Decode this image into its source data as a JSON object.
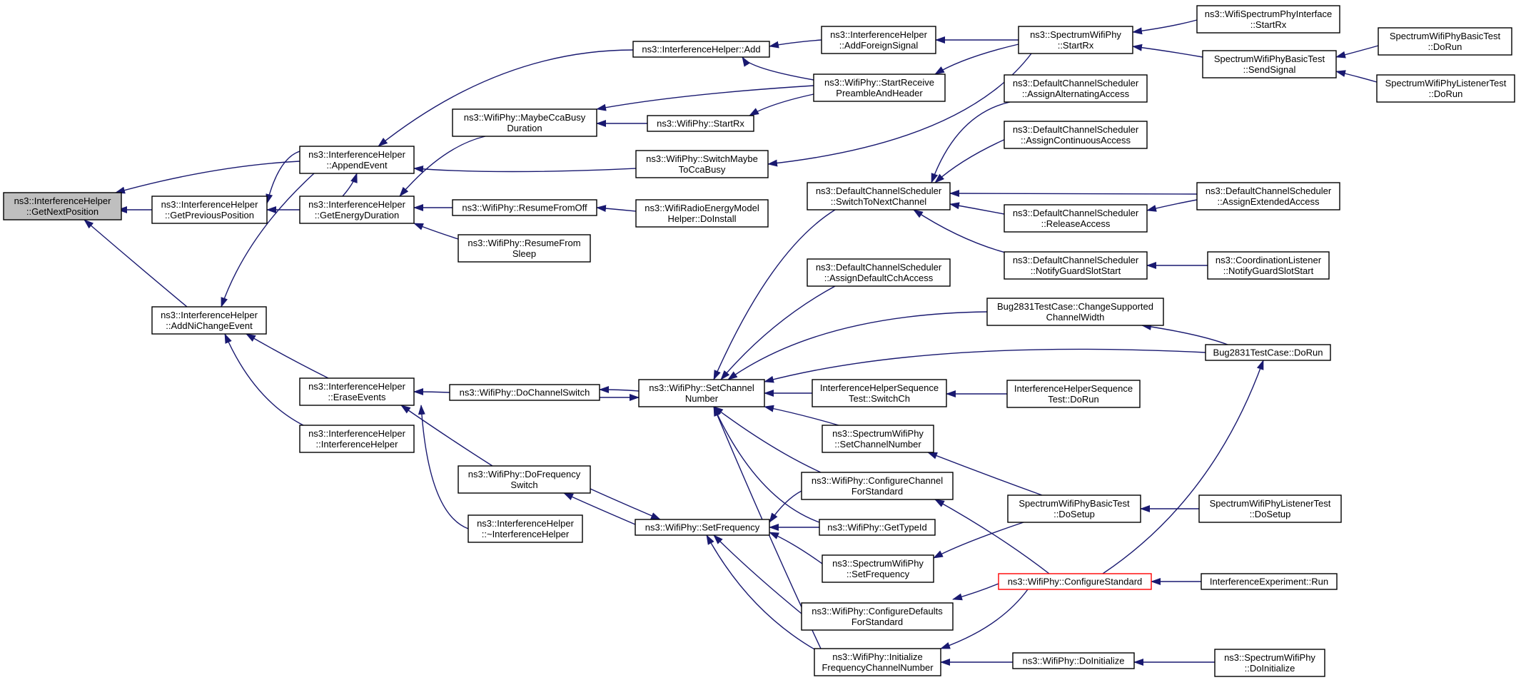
{
  "colors": {
    "edge": "#191970",
    "node_border": "#000000",
    "focus_fill": "#bfbfbf",
    "highlight_border": "#ff0000",
    "background": "#ffffff"
  },
  "nodes": {
    "getnext": {
      "lines": [
        "ns3::InterferenceHelper",
        "::GetNextPosition"
      ],
      "style": "focus"
    },
    "appendevent": {
      "lines": [
        "ns3::InterferenceHelper",
        "::AppendEvent"
      ]
    },
    "getprev": {
      "lines": [
        "ns3::InterferenceHelper",
        "::GetPreviousPosition"
      ]
    },
    "addni": {
      "lines": [
        "ns3::InterferenceHelper",
        "::AddNiChangeEvent"
      ]
    },
    "ihadd": {
      "lines": [
        "ns3::InterferenceHelper::Add"
      ]
    },
    "getenergy": {
      "lines": [
        "ns3::InterferenceHelper",
        "::GetEnergyDuration"
      ]
    },
    "eraseevents": {
      "lines": [
        "ns3::InterferenceHelper",
        "::EraseEvents"
      ]
    },
    "ihctor": {
      "lines": [
        "ns3::InterferenceHelper",
        "::InterferenceHelper"
      ]
    },
    "addforeign": {
      "lines": [
        "ns3::InterferenceHelper",
        "::AddForeignSignal"
      ]
    },
    "startreceive": {
      "lines": [
        "ns3::WifiPhy::StartReceive",
        "PreambleAndHeader"
      ]
    },
    "maybecca": {
      "lines": [
        "ns3::WifiPhy::MaybeCcaBusy",
        "Duration"
      ]
    },
    "wpstartrx": {
      "lines": [
        "ns3::WifiPhy::StartRx"
      ]
    },
    "switchmaybe": {
      "lines": [
        "ns3::WifiPhy::SwitchMaybe",
        "ToCcaBusy"
      ]
    },
    "resumeoff": {
      "lines": [
        "ns3::WifiPhy::ResumeFromOff"
      ]
    },
    "radioenergy": {
      "lines": [
        "ns3::WifiRadioEnergyModel",
        "Helper::DoInstall"
      ]
    },
    "resumesleep": {
      "lines": [
        "ns3::WifiPhy::ResumeFrom",
        "Sleep"
      ]
    },
    "dochannelswitch": {
      "lines": [
        "ns3::WifiPhy::DoChannelSwitch"
      ]
    },
    "dofreqswitch": {
      "lines": [
        "ns3::WifiPhy::DoFrequency",
        "Switch"
      ]
    },
    "ihdtor": {
      "lines": [
        "ns3::InterferenceHelper",
        "::~InterferenceHelper"
      ]
    },
    "setchannelnumber": {
      "lines": [
        "ns3::WifiPhy::SetChannel",
        "Number"
      ]
    },
    "setfrequency": {
      "lines": [
        "ns3::WifiPhy::SetFrequency"
      ]
    },
    "spectrumstartrx": {
      "lines": [
        "ns3::SpectrumWifiPhy",
        "::StartRx"
      ]
    },
    "switchtonext": {
      "lines": [
        "ns3::DefaultChannelScheduler",
        "::SwitchToNextChannel"
      ]
    },
    "assigndefaultcch": {
      "lines": [
        "ns3::DefaultChannelScheduler",
        "::AssignDefaultCchAccess"
      ]
    },
    "ihseqswitch": {
      "lines": [
        "InterferenceHelperSequence",
        "Test::SwitchCh"
      ]
    },
    "spectrumsetchannel": {
      "lines": [
        "ns3::SpectrumWifiPhy",
        "::SetChannelNumber"
      ]
    },
    "configchannel": {
      "lines": [
        "ns3::WifiPhy::ConfigureChannel",
        "ForStandard"
      ]
    },
    "gettypeid": {
      "lines": [
        "ns3::WifiPhy::GetTypeId"
      ]
    },
    "spectrumsetfreq": {
      "lines": [
        "ns3::SpectrumWifiPhy",
        "::SetFrequency"
      ]
    },
    "configdefaults": {
      "lines": [
        "ns3::WifiPhy::ConfigureDefaults",
        "ForStandard"
      ]
    },
    "initfreq": {
      "lines": [
        "ns3::WifiPhy::Initialize",
        "FrequencyChannelNumber"
      ]
    },
    "wsphyifstartrx": {
      "lines": [
        "ns3::WifiSpectrumPhyInterface",
        "::StartRx"
      ]
    },
    "sendsignal": {
      "lines": [
        "SpectrumWifiPhyBasicTest",
        "::SendSignal"
      ]
    },
    "assignalternating": {
      "lines": [
        "ns3::DefaultChannelScheduler",
        "::AssignAlternatingAccess"
      ]
    },
    "assigncontinuous": {
      "lines": [
        "ns3::DefaultChannelScheduler",
        "::AssignContinuousAccess"
      ]
    },
    "releaseaccess": {
      "lines": [
        "ns3::DefaultChannelScheduler",
        "::ReleaseAccess"
      ]
    },
    "notifyguard": {
      "lines": [
        "ns3::DefaultChannelScheduler",
        "::NotifyGuardSlotStart"
      ]
    },
    "bugchange": {
      "lines": [
        "Bug2831TestCase::ChangeSupported",
        "ChannelWidth"
      ]
    },
    "ihseqdorun": {
      "lines": [
        "InterferenceHelperSequence",
        "Test::DoRun"
      ]
    },
    "basicdosetup": {
      "lines": [
        "SpectrumWifiPhyBasicTest",
        "::DoSetup"
      ]
    },
    "configstandard": {
      "lines": [
        "ns3::WifiPhy::ConfigureStandard"
      ],
      "style": "highlight"
    },
    "doinitialize": {
      "lines": [
        "ns3::WifiPhy::DoInitialize"
      ]
    },
    "basicdorun": {
      "lines": [
        "SpectrumWifiPhyBasicTest",
        "::DoRun"
      ]
    },
    "listenerdorun": {
      "lines": [
        "SpectrumWifiPhyListenerTest",
        "::DoRun"
      ]
    },
    "assignextended": {
      "lines": [
        "ns3::DefaultChannelScheduler",
        "::AssignExtendedAccess"
      ]
    },
    "coordnotify": {
      "lines": [
        "ns3::CoordinationListener",
        "::NotifyGuardSlotStart"
      ]
    },
    "bugdorun": {
      "lines": [
        "Bug2831TestCase::DoRun"
      ]
    },
    "listenerdosetup": {
      "lines": [
        "SpectrumWifiPhyListenerTest",
        "::DoSetup"
      ]
    },
    "interfexprun": {
      "lines": [
        "InterferenceExperiment::Run"
      ]
    },
    "spectrumdoinit": {
      "lines": [
        "ns3::SpectrumWifiPhy",
        "::DoInitialize"
      ]
    }
  }
}
